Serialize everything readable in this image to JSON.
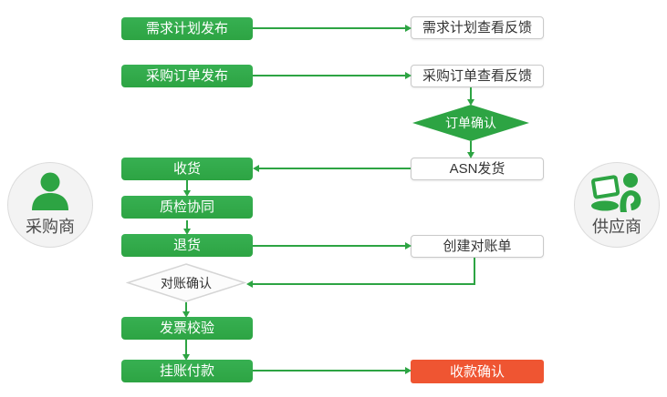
{
  "colors": {
    "green": "#2da443",
    "green-light": "#37b052",
    "red": "#ef5532",
    "box-border": "#c9c9c9",
    "diamond-border": "#d5d5d5",
    "text-dark": "#333333",
    "actor-bg": "#f3f3f3",
    "actor-border": "#dcdcdc"
  },
  "actors": {
    "buyer": {
      "label": "采购商",
      "icon": "person-icon"
    },
    "supplier": {
      "label": "供应商",
      "icon": "person-laptop-icon"
    }
  },
  "nodes": {
    "demand_publish": {
      "label": "需求计划发布"
    },
    "demand_feedback": {
      "label": "需求计划查看反馈"
    },
    "po_publish": {
      "label": "采购订单发布"
    },
    "po_feedback": {
      "label": "采购订单查看反馈"
    },
    "order_confirm": {
      "label": "订单确认"
    },
    "receive": {
      "label": "收货"
    },
    "asn_ship": {
      "label": "ASN发货"
    },
    "quality_collab": {
      "label": "质检协同"
    },
    "goods_return": {
      "label": "退货"
    },
    "create_statement": {
      "label": "创建对账单"
    },
    "recon_confirm": {
      "label": "对账确认"
    },
    "invoice_check": {
      "label": "发票校验"
    },
    "payment": {
      "label": "挂账付款"
    },
    "receipt_confirm": {
      "label": "收款确认"
    }
  }
}
